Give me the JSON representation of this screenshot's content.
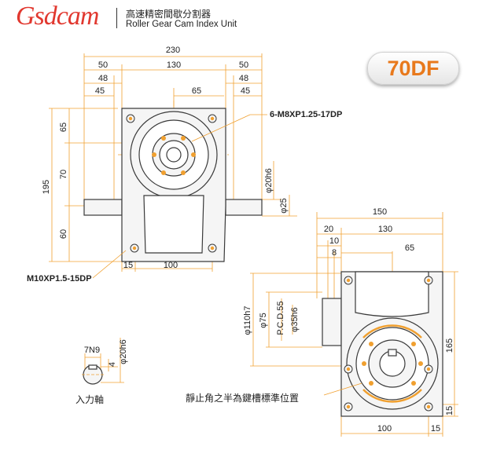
{
  "header": {
    "logo": "Gsdcam",
    "company_zh": "高速精密間歇分割器",
    "company_en": "Roller Gear Cam Index Unit"
  },
  "model": "70DF",
  "colors": {
    "dimension_line": "#f0a030",
    "part_outline": "#3a3a3a",
    "part_fill": "#f5f5f5",
    "logo": "#e1382f",
    "badge_text": "#e8791c"
  },
  "front_view": {
    "dims_top": [
      "230",
      "50",
      "130",
      "50",
      "48",
      "48",
      "45",
      "45",
      "65"
    ],
    "dims_left": [
      "195",
      "65",
      "70",
      "60"
    ],
    "dims_right": [
      "φ20h6",
      "φ25"
    ],
    "dims_bottom": [
      "15",
      "100"
    ],
    "callout_top": "6-M8XP1.25-17DP",
    "callout_bottom": "M10XP1.5-15DP"
  },
  "side_view": {
    "dims_top": [
      "150",
      "20",
      "130",
      "10",
      "8",
      "65"
    ],
    "dims_left": [
      "φ110h7",
      "φ75",
      "P.C.D.55",
      "φ35h6"
    ],
    "dims_right": [
      "165",
      "15"
    ],
    "dims_bottom": [
      "100",
      "15"
    ],
    "note": "靜止角之半為鍵槽標準位置"
  },
  "shaft_detail": {
    "key_width": "7N9",
    "key_depth": "4",
    "diameter": "φ20h6",
    "label": "入力軸"
  }
}
